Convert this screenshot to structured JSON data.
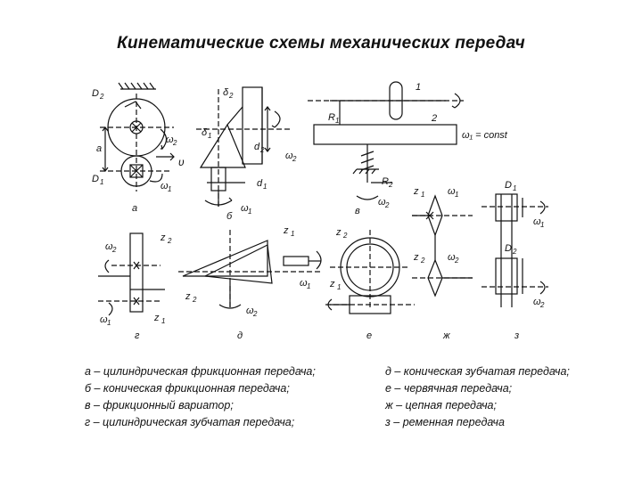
{
  "title": "Кинематические схемы механических передач",
  "figure": {
    "labels": {
      "a": {
        "D2": "D",
        "D2sub": "2",
        "D1": "D",
        "D1sub": "1",
        "a": "a",
        "v": "υ",
        "w2": "ω",
        "w2sub": "2",
        "w1": "ω",
        "w1sub": "1",
        "caption": "а"
      },
      "b": {
        "d2top": "δ",
        "d2topsub": "2",
        "d1": "δ",
        "d1sub": "1",
        "dd2": "d",
        "dd2sub": "2",
        "w2": "ω",
        "w2sub": "2",
        "dd1": "d",
        "dd1sub": "1",
        "w1": "ω",
        "w1sub": "1",
        "caption": "б"
      },
      "v": {
        "n1": "1",
        "n2": "2",
        "R1": "R",
        "R1sub": "1",
        "R2": "R",
        "R2sub": "2",
        "w1const": "ω₁ = const",
        "w2": "ω",
        "w2sub": "2",
        "caption": "в"
      },
      "g1": {
        "w2": "ω",
        "w2sub": "2",
        "z2": "z",
        "z2sub": "2",
        "w1": "ω",
        "w1sub": "1",
        "z1": "z",
        "z1sub": "1",
        "caption": "г"
      },
      "d": {
        "z1": "z",
        "z1sub": "1",
        "z2": "z",
        "z2sub": "2",
        "w1": "ω",
        "w1sub": "1",
        "w2": "ω",
        "w2sub": "2",
        "caption": "д"
      },
      "e": {
        "z2": "z",
        "z2sub": "2",
        "z1": "z",
        "z1sub": "1",
        "caption": "е"
      },
      "zh": {
        "z1": "z",
        "z1sub": "1",
        "w1": "ω",
        "w1sub": "1",
        "z2": "z",
        "z2sub": "2",
        "w2": "ω",
        "w2sub": "2",
        "caption": "ж"
      },
      "z": {
        "D1": "D",
        "D1sub": "1",
        "D2": "D",
        "D2sub": "2",
        "w1": "ω",
        "w1sub": "1",
        "w2": "ω",
        "w2sub": "2",
        "caption": "з"
      }
    }
  },
  "legend": {
    "left": [
      "а – цилиндрическая фрикционная передача;",
      "б – коническая фрикционная передача;",
      "в – фрикционный вариатор;",
      "г – цилиндрическая зубчатая передача;"
    ],
    "right": [
      "д – коническая зубчатая передача;",
      "е – червячная передача;",
      "ж – цепная передача;",
      "з – ременная передача"
    ]
  }
}
